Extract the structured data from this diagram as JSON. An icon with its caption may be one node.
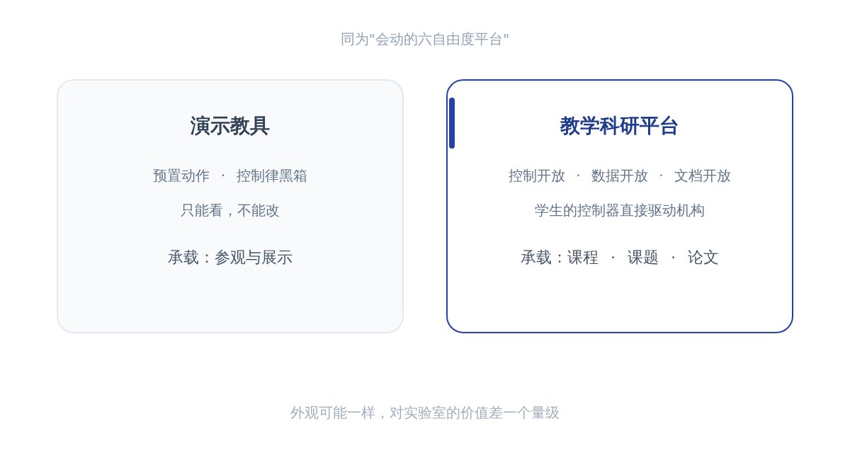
{
  "diagram": {
    "title": "同为\"会动的六自由度平台\"",
    "caption": "外观可能一样，对实验室的价值差一个量级",
    "nodes": [
      {
        "text": [
          "演示教具",
          "预置动作 · 控制律黑箱",
          "只能看，不能改",
          "承载：参观与展示"
        ]
      },
      {
        "text": [
          "教学科研平台",
          "控制开放 · 数据开放 · 文档开放",
          "学生的控制器直接驱动机构",
          "承载：课程 · 课题 · 论文"
        ]
      }
    ]
  }
}
